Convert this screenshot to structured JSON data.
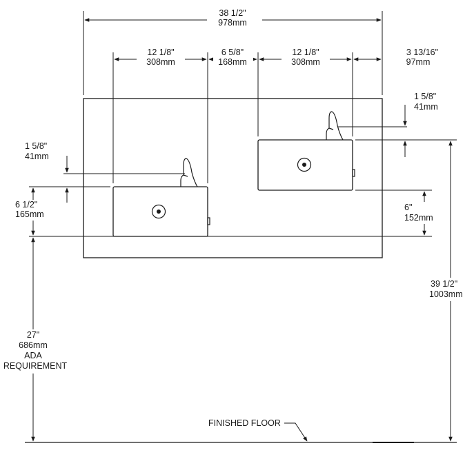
{
  "dimensions": {
    "overall_width": {
      "imperial": "38 1/2\"",
      "metric": "978mm"
    },
    "left_basin_width": {
      "imperial": "12 1/8\"",
      "metric": "308mm"
    },
    "basin_gap": {
      "imperial": "6 5/8\"",
      "metric": "168mm"
    },
    "right_basin_width": {
      "imperial": "12 1/8\"",
      "metric": "308mm"
    },
    "right_offset": {
      "imperial": "3 13/16\"",
      "metric": "97mm"
    },
    "right_bubbler_height": {
      "imperial": "1 5/8\"",
      "metric": "41mm"
    },
    "left_bubbler_height": {
      "imperial": "1 5/8\"",
      "metric": "41mm"
    },
    "left_basin_height": {
      "imperial": "6 1/2\"",
      "metric": "165mm"
    },
    "right_basin_height": {
      "imperial": "6\"",
      "metric": "152mm"
    },
    "high_rim_height": {
      "imperial": "39 1/2\"",
      "metric": "1003mm"
    },
    "ada_rim_height": {
      "imperial": "27\"",
      "metric": "686mm",
      "note_line1": "ADA",
      "note_line2": "REQUIREMENT"
    }
  },
  "floor_label": "FINISHED FLOOR"
}
